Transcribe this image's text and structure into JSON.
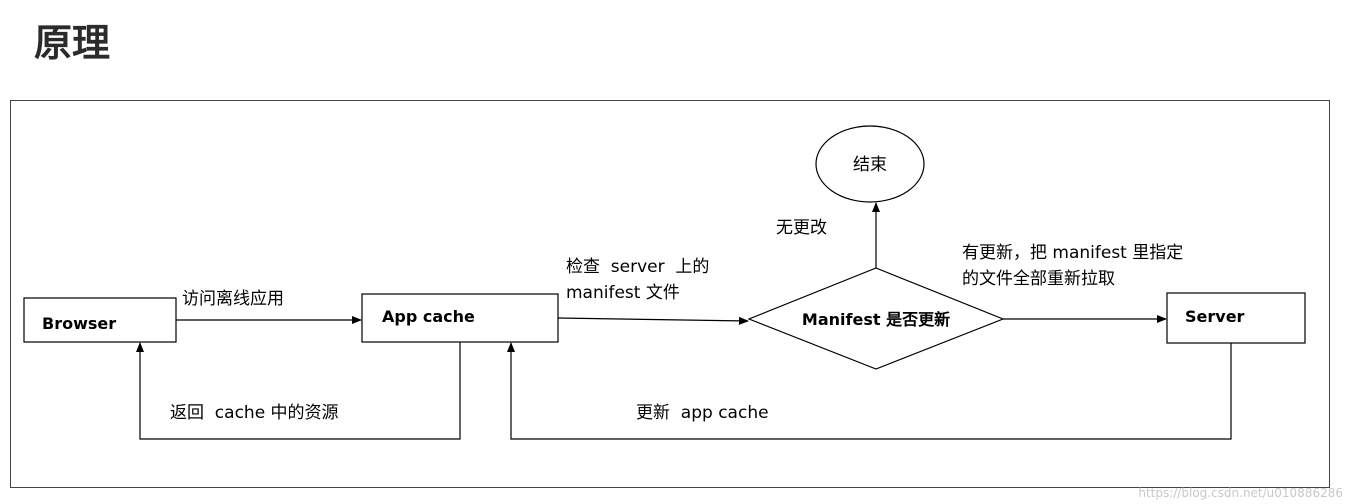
{
  "page": {
    "title": "原理"
  },
  "nodes": {
    "browser": "Browser",
    "app_cache": "App cache",
    "decision": "Manifest 是否更新",
    "server": "Server",
    "end": "结束"
  },
  "edges": {
    "browser_to_appcache": "访问离线应用",
    "appcache_to_decision_line1": "检查  server  上的",
    "appcache_to_decision_line2": "manifest 文件",
    "decision_to_end": "无更改",
    "decision_to_server_line1": "有更新，把 manifest 里指定",
    "decision_to_server_line2": "的文件全部重新拉取",
    "appcache_to_browser": "返回  cache 中的资源",
    "server_to_appcache": "更新  app cache"
  },
  "watermark": "https://blog.csdn.net/u010886286"
}
